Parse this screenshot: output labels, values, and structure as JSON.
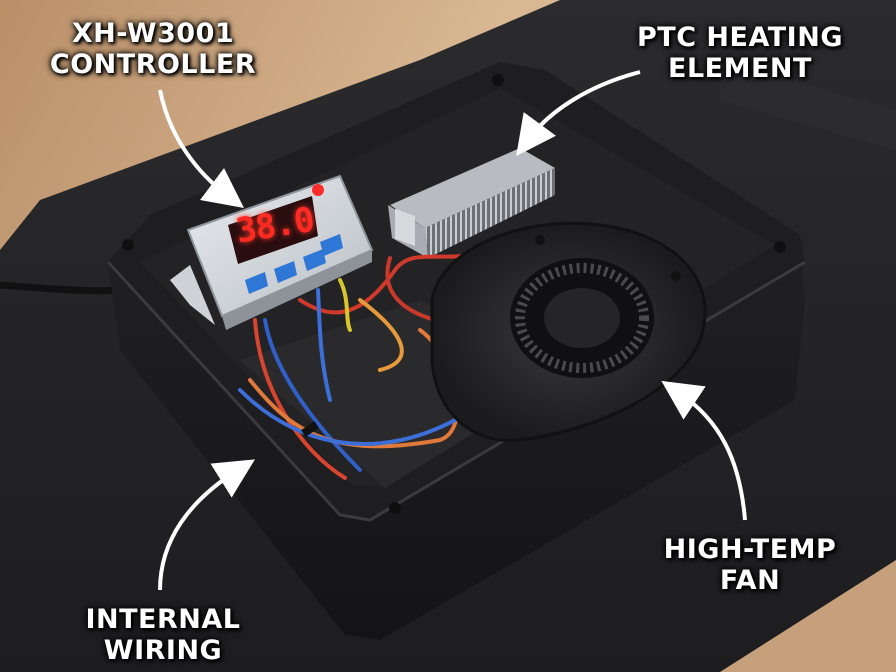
{
  "labels": {
    "controller": [
      "XH-W3001",
      "CONTROLLER"
    ],
    "ptc": [
      "PTC HEATING",
      "ELEMENT"
    ],
    "fan": [
      "HIGH-TEMP",
      "FAN"
    ],
    "wiring": [
      "INTERNAL",
      "WIRING"
    ]
  },
  "display": {
    "reading": "38.0"
  },
  "colors": {
    "display_red": "#ff2a22",
    "label_white": "#ffffff",
    "enclosure": "#1c1c1e",
    "desk": "#c9a27a"
  }
}
